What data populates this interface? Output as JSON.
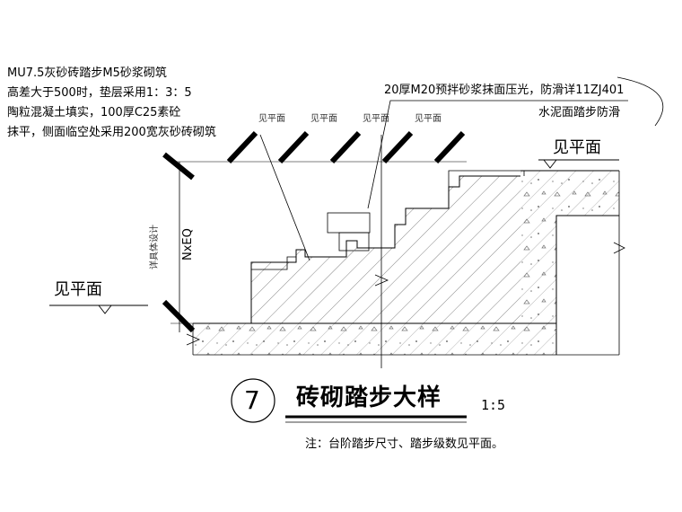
{
  "annotations": {
    "left_block": [
      "MU7.5灰砂砖踏步M5砂浆砌筑",
      "高差大于500时，垫层采用1：3：5",
      "陶粒混凝土填实，100厚C25素砼",
      "抹平，侧面临空处采用200宽灰砂砖砌筑"
    ],
    "right_top": "20厚M20预拌砂浆抹面压光，防滑详11ZJ401",
    "right_second": "水泥面踏步防滑",
    "plan_ref_right": "见平面",
    "plan_ref_left": "见平面",
    "faint_refs": [
      "见平面",
      "见平面",
      "见平面",
      "见平面"
    ],
    "nxeq": "NxEQ",
    "vertical_small": "详具体设计"
  },
  "title": {
    "number": "7",
    "text": "砖砌踏步大样",
    "scale": "1:5",
    "note": "注：台阶踏步尺寸、踏步级数见平面。"
  }
}
